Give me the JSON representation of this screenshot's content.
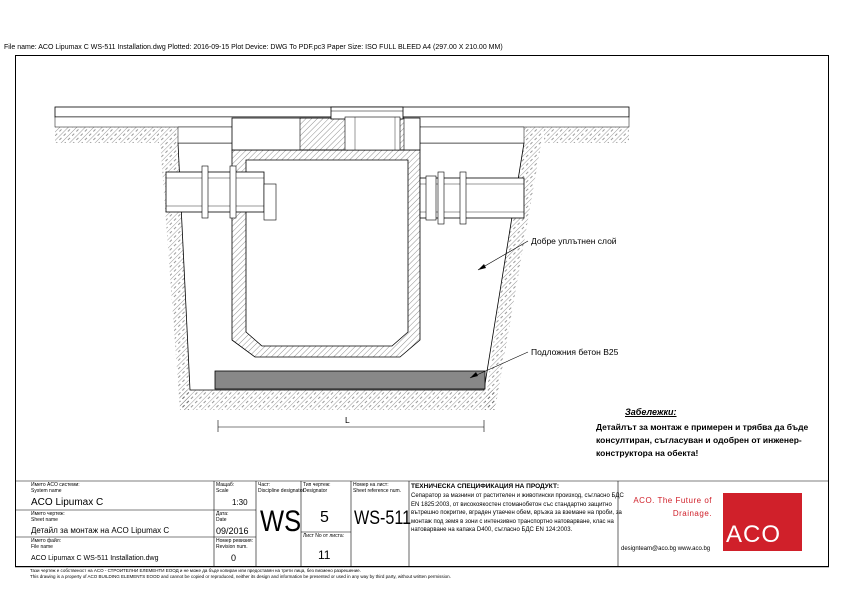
{
  "header": "File name: ACO Lipumax C WS-511 Installation.dwg   Plotted: 2016-09-15   Plot Device: DWG To PDF.pc3   Paper Size: ISO FULL BLEED A4 (297.00 X 210.00 MM)",
  "drawing": {
    "label_fill": "Добре уплътнен слой",
    "label_concrete": "Подложния бетон В25",
    "dimension_letter": "L"
  },
  "notes": {
    "title": "Забележки:",
    "text": "Детайлът за монтаж е примерен и трябва да бъде консултиран, съгласуван и одобрен от инженер-конструктора на обекта!"
  },
  "title_block": {
    "system_label": "Името ACO системи:",
    "system_label_en": "System name",
    "system_value": "ACO Lipumax C",
    "sheet_label": "Името чертеж:",
    "sheet_label_en": "Sheet name",
    "sheet_value": "Детайл за монтаж на ACO Lipumax C",
    "file_label": "Името файл:",
    "file_label_en": "File name",
    "file_value": "ACO Lipumax C WS-511 Installation.dwg",
    "scale_label": "Мащаб:",
    "scale_label_en": "Scale",
    "scale_value": "1:30",
    "date_label": "Дата:",
    "date_label_en": "Date",
    "date_value": "09/2016",
    "revision_label": "Номер ревизия:",
    "revision_label_en": "Revision num.",
    "revision_value": "0",
    "part_label": "Част:",
    "part_label_en": "Discipline designator",
    "part_value": "WS",
    "type_label": "Тип чертеж:",
    "type_label_en": "Designator",
    "type_value": "5",
    "sheetno_label": "Лист No от листа:",
    "sheetno_value": "11",
    "number_label": "Номер на лист:",
    "number_label_en": "Sheet reference num.",
    "number_value": "WS-511"
  },
  "spec": {
    "title": "ТЕХНИЧЕСКА СПЕЦИФИКАЦИЯ НА ПРОДУКТ:",
    "text": "Сепаратор за мазнини от растителен и животински произход, съгласно БДС EN 1825:2003, от високоякостен стоманобетон със стандартно защитно вътрешно покритие, вграден утаечен обем, връзка за вземане на проби, за монтаж под земя в зони с интензивно транспортно натоварване, клас на натоварване на капака D400, съгласно БДС EN 124:2003."
  },
  "brand": {
    "slogan_1": "ACO. The Future of",
    "slogan_2": "Drainage.",
    "logo": "ACO",
    "contact": "designteam@aco.bg   www.aco.bg",
    "color": "#d0202a"
  },
  "footer": {
    "line1": "Тази чертеж е собственост на ACO - СТРОИТЕЛНИ ЕЛЕМЕНТИ ЕООД и не може да бъде копиран или предоставян на трети лица, без писмено разрешение.",
    "line2": "This drawing is a property of ACO BUILDING ELEMENTS EOOD and cannot be copied or reproduced, neither its design and information be presented or used in any way by third party, without written permission."
  }
}
